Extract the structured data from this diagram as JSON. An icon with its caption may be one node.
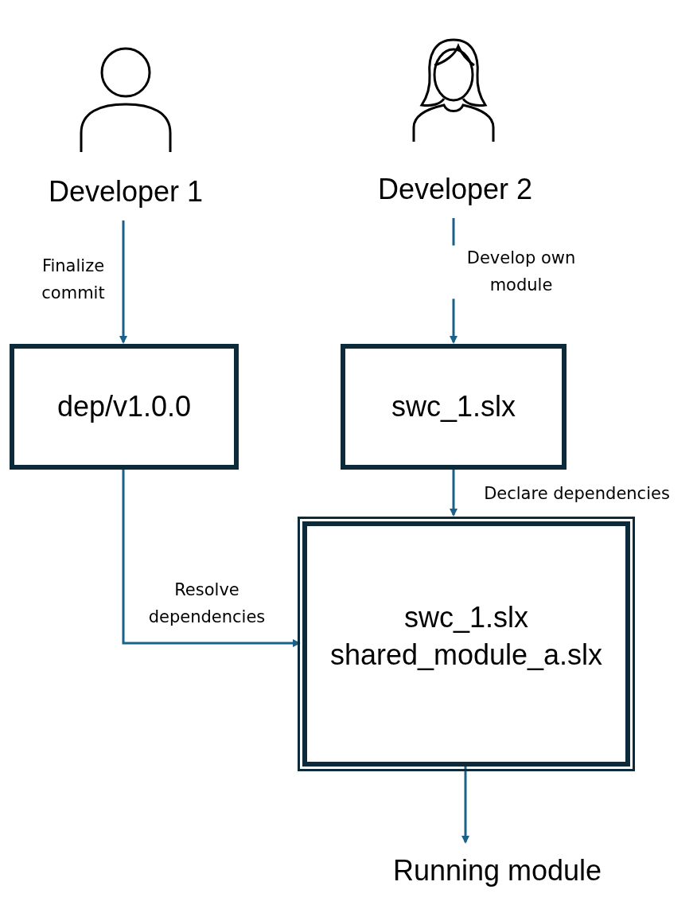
{
  "diagram": {
    "nodes": [
      {
        "text": [
          "Developer 1"
        ]
      },
      {
        "text": [
          "Developer 2"
        ]
      },
      {
        "text": [
          "dep/v1.0.0"
        ]
      },
      {
        "text": [
          "swc_1.slx"
        ]
      },
      {
        "text": [
          "swc_1.slx",
          "shared_module_a.slx"
        ]
      },
      {
        "text": [
          "Running module"
        ]
      }
    ],
    "edges": [
      {
        "from": 0,
        "to": 2,
        "arrow": "to",
        "label": "Finalize commit"
      },
      {
        "from": 1,
        "to": 3,
        "arrow": "to",
        "label": "Develop own module"
      },
      {
        "from": 3,
        "to": 4,
        "arrow": "to",
        "label": "Declare dependencies"
      },
      {
        "from": 2,
        "to": 4,
        "arrow": "to",
        "label": "Resolve dependencies"
      },
      {
        "from": 4,
        "to": 5,
        "arrow": "to"
      }
    ]
  }
}
